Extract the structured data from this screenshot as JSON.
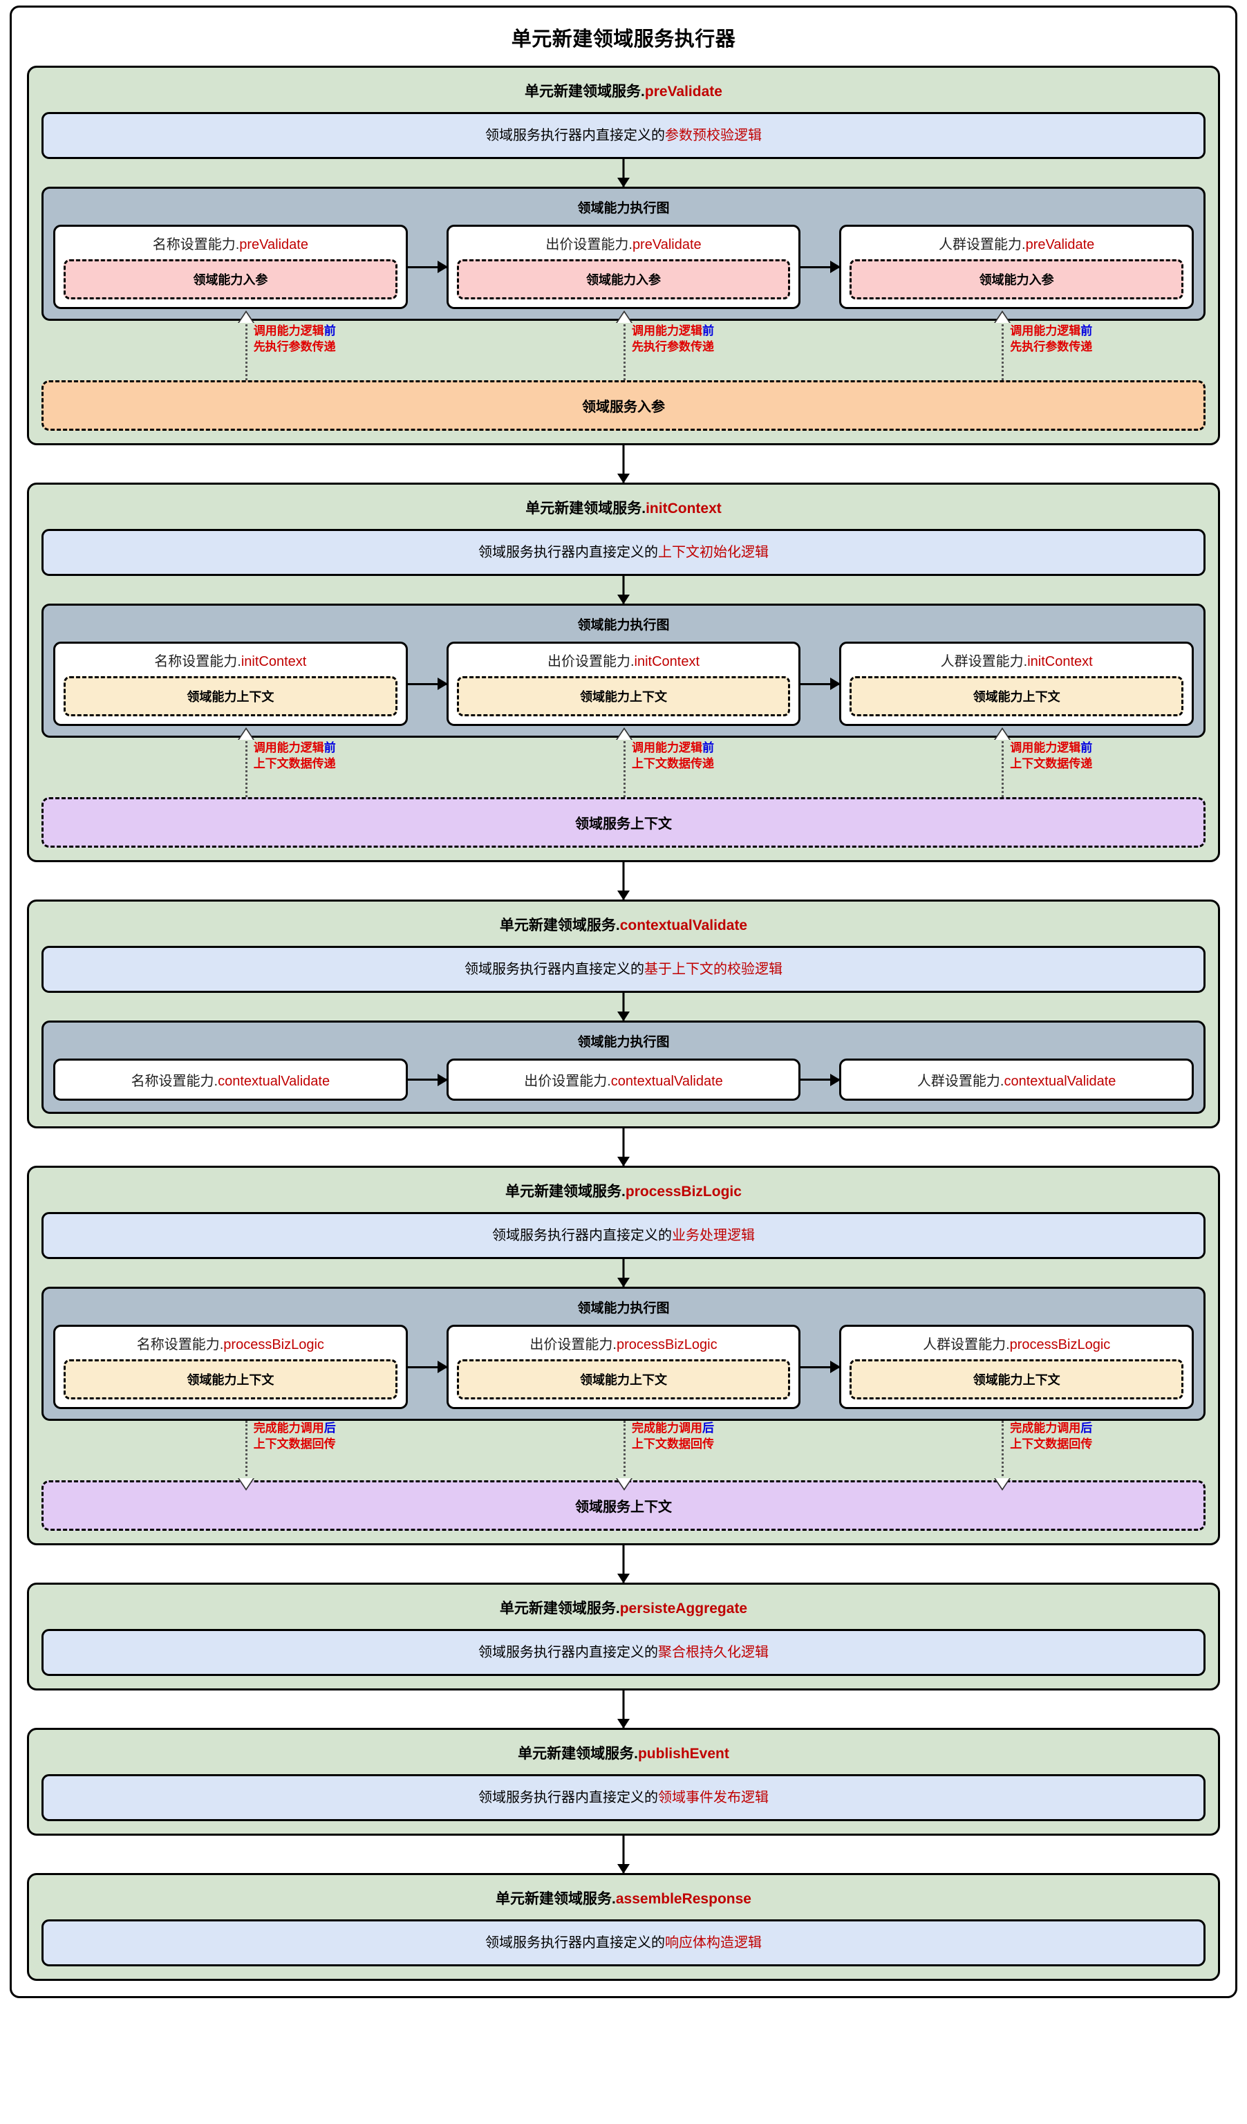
{
  "title": "单元新建领域服务执行器",
  "labels": {
    "cap_graph_title": "领域能力执行图",
    "logic_prefix": "领域服务执行器内直接定义的",
    "service_prefix": "单元新建领域服务.",
    "domain_capability_params": "领域能力入参",
    "domain_capability_context": "领域能力上下文",
    "domain_service_params": "领域服务入参",
    "domain_service_context": "领域服务上下文"
  },
  "colors": {
    "phase_green": "#d5e4d0",
    "logic_blue": "#dae5f7",
    "cap_graph_gray": "#b0bfcc",
    "params_pink": "#fbcdcd",
    "context_cream": "#fbeccd",
    "service_params_orange": "#fbcfa6",
    "service_context_purple": "#e2caf5",
    "method_red": "#c00000",
    "label_red": "#e00000",
    "label_blue": "#0000e0"
  },
  "phases": [
    {
      "id": "preValidate",
      "service_name": "单元新建领域服务.",
      "method": "preValidate",
      "logic_text": "领域服务执行器内直接定义的",
      "logic_highlight": "参数预校验逻辑",
      "capabilities": [
        {
          "name": "名称设置能力.",
          "method": "preValidate",
          "inner": "领域能力入参"
        },
        {
          "name": "出价设置能力.",
          "method": "preValidate",
          "inner": "领域能力入参"
        },
        {
          "name": "人群设置能力.",
          "method": "preValidate",
          "inner": "领域能力入参"
        }
      ],
      "transfer": {
        "line1_red": "调用能力逻辑",
        "line1_blue": "前",
        "line2": "先执行参数传递",
        "direction": "up"
      },
      "data_box": {
        "label": "领域服务入参",
        "style": "service-params"
      }
    },
    {
      "id": "initContext",
      "service_name": "单元新建领域服务.",
      "method": "initContext",
      "logic_text": "领域服务执行器内直接定义的",
      "logic_highlight": "上下文初始化逻辑",
      "capabilities": [
        {
          "name": "名称设置能力.",
          "method": "initContext",
          "inner": "领域能力上下文"
        },
        {
          "name": "出价设置能力.",
          "method": "initContext",
          "inner": "领域能力上下文"
        },
        {
          "name": "人群设置能力.",
          "method": "initContext",
          "inner": "领域能力上下文"
        }
      ],
      "transfer": {
        "line1_red": "调用能力逻辑",
        "line1_blue": "前",
        "line2": "上下文数据传递",
        "direction": "up"
      },
      "data_box": {
        "label": "领域服务上下文",
        "style": "service-context"
      }
    },
    {
      "id": "contextualValidate",
      "service_name": "单元新建领域服务.",
      "method": "contextualValidate",
      "logic_text": "领域服务执行器内直接定义的",
      "logic_highlight": "基于上下文的校验逻辑",
      "capabilities": [
        {
          "name": "名称设置能力.",
          "method": "contextualValidate",
          "inner": null
        },
        {
          "name": "出价设置能力.",
          "method": "contextualValidate",
          "inner": null
        },
        {
          "name": "人群设置能力.",
          "method": "contextualValidate",
          "inner": null
        }
      ],
      "transfer": null,
      "data_box": null
    },
    {
      "id": "processBizLogic",
      "service_name": "单元新建领域服务.",
      "method": "processBizLogic",
      "logic_text": "领域服务执行器内直接定义的",
      "logic_highlight": "业务处理逻辑",
      "capabilities": [
        {
          "name": "名称设置能力.",
          "method": "processBizLogic",
          "inner": "领域能力上下文"
        },
        {
          "name": "出价设置能力.",
          "method": "processBizLogic",
          "inner": "领域能力上下文"
        },
        {
          "name": "人群设置能力.",
          "method": "processBizLogic",
          "inner": "领域能力上下文"
        }
      ],
      "transfer": {
        "line1_red": "完成能力调用",
        "line1_blue": "后",
        "line2": "上下文数据回传",
        "direction": "down"
      },
      "data_box": {
        "label": "领域服务上下文",
        "style": "service-context"
      }
    },
    {
      "id": "persisteAggregate",
      "service_name": "单元新建领域服务.",
      "method": "persisteAggregate",
      "logic_text": "领域服务执行器内直接定义的",
      "logic_highlight": "聚合根持久化逻辑",
      "capabilities": [],
      "transfer": null,
      "data_box": null
    },
    {
      "id": "publishEvent",
      "service_name": "单元新建领域服务.",
      "method": "publishEvent",
      "logic_text": "领域服务执行器内直接定义的",
      "logic_highlight": "领域事件发布逻辑",
      "capabilities": [],
      "transfer": null,
      "data_box": null
    },
    {
      "id": "assembleResponse",
      "service_name": "单元新建领域服务.",
      "method": "assembleResponse",
      "logic_text": "领域服务执行器内直接定义的",
      "logic_highlight": "响应体构造逻辑",
      "capabilities": [],
      "transfer": null,
      "data_box": null
    }
  ]
}
